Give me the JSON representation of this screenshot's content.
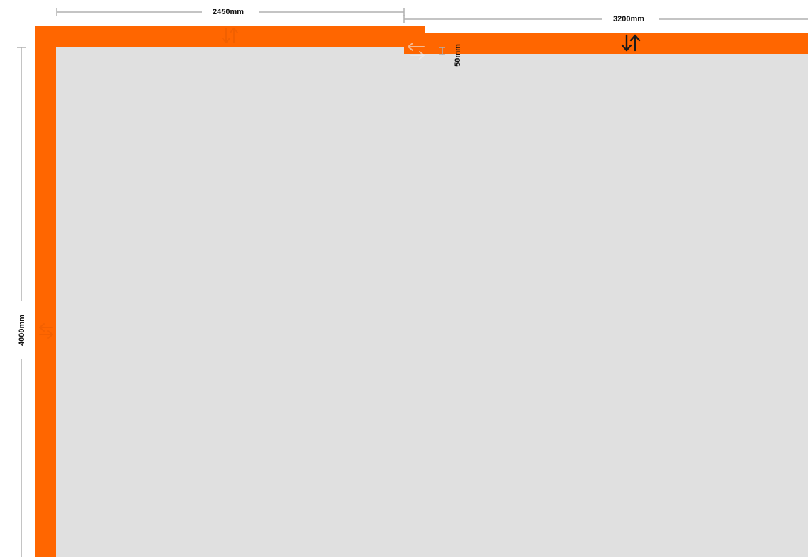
{
  "colors": {
    "wall": "#FF6600",
    "floor": "#E0E0E0",
    "dimension_line": "#B0B0B0",
    "label_text": "#111111",
    "arrow_dark": "#1a1a1a"
  },
  "dimensions": {
    "top_left_width": "2450mm",
    "top_right_width": "3200mm",
    "left_height": "4000mm",
    "offset_gap": "50mm"
  },
  "icons": {
    "swap_arrows": "up-down-swap-arrows-icon",
    "swap_arrows_faint": "up-down-swap-arrows-icon",
    "swap_arrows_left": "left-right-swap-arrows-icon",
    "swap_arrows_corner": "left-right-swap-arrows-icon"
  }
}
